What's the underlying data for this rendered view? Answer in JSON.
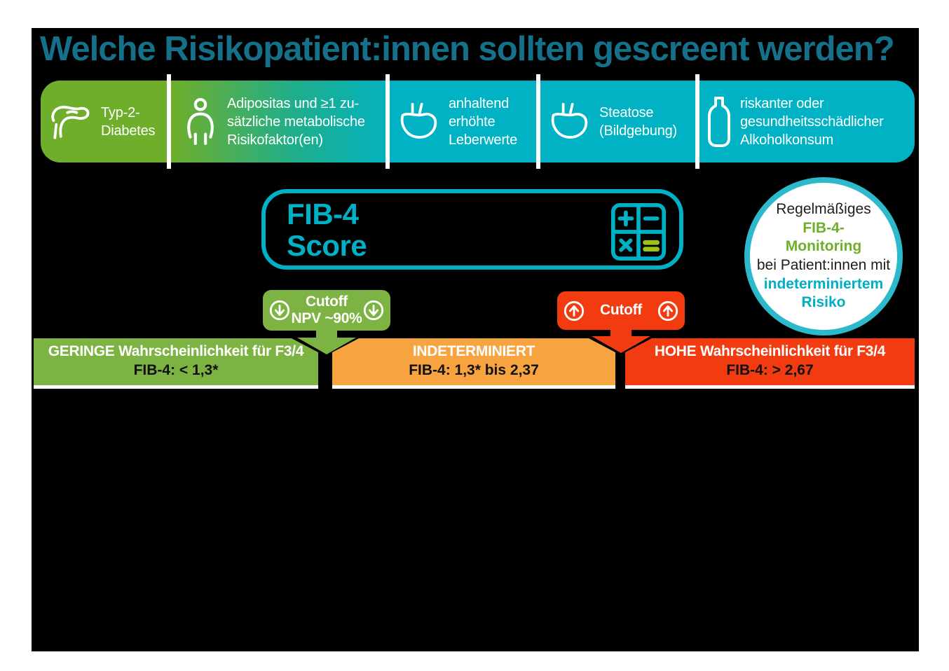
{
  "title": "Welche Risikopatient:innen sollten gescreent werden?",
  "risk_groups": [
    {
      "icon": "pancreas-icon",
      "lines": [
        "Typ-2-",
        "Diabetes"
      ]
    },
    {
      "icon": "person-icon",
      "lines": [
        "Adipositas und ≥1 zu-",
        "sätzliche metabolische",
        "Risikofaktor(en)"
      ]
    },
    {
      "icon": "liver-icon",
      "lines": [
        "anhaltend",
        "erhöhte",
        "Leberwerte"
      ]
    },
    {
      "icon": "liver-icon",
      "lines": [
        "Steatose",
        "(Bildgebung)"
      ]
    },
    {
      "icon": "bottle-icon",
      "lines": [
        "riskanter oder",
        "gesundheitsschädlicher",
        "Alkoholkonsum"
      ]
    }
  ],
  "fib4_box": {
    "line1": "FIB-4",
    "line2": "Score",
    "icon": "calculator-icon"
  },
  "monitoring_circle": {
    "lines": [
      "Regelmäßiges",
      "FIB-4-",
      "Monitoring",
      "bei Patient:innen mit",
      "indeterminiertem",
      "Risiko"
    ]
  },
  "cutoff_low": {
    "label": "Cutoff",
    "sub": "NPV ~90%",
    "icon": "arrow-down-circle-icon"
  },
  "cutoff_high": {
    "label": "Cutoff",
    "icon": "arrow-up-circle-icon"
  },
  "outcomes": [
    {
      "title": "GERINGE Wahrscheinlichkeit für F3/4",
      "value": "FIB-4: < 1,3*"
    },
    {
      "title": "INDETERMINIERT",
      "value": "FIB-4: 1,3* bis 2,37"
    },
    {
      "title": "HOHE Wahrscheinlichkeit für F3/4",
      "value": "FIB-4: > 2,67"
    }
  ],
  "colors": {
    "title_teal": "#15708a",
    "teal": "#00b2c3",
    "green": "#6fae2a",
    "badge_green": "#7cb342",
    "orange": "#f7a440",
    "red": "#f23b10",
    "equals_green": "#9ac31c",
    "circle_border": "#2cb9cb",
    "background_panel": "#000000"
  }
}
